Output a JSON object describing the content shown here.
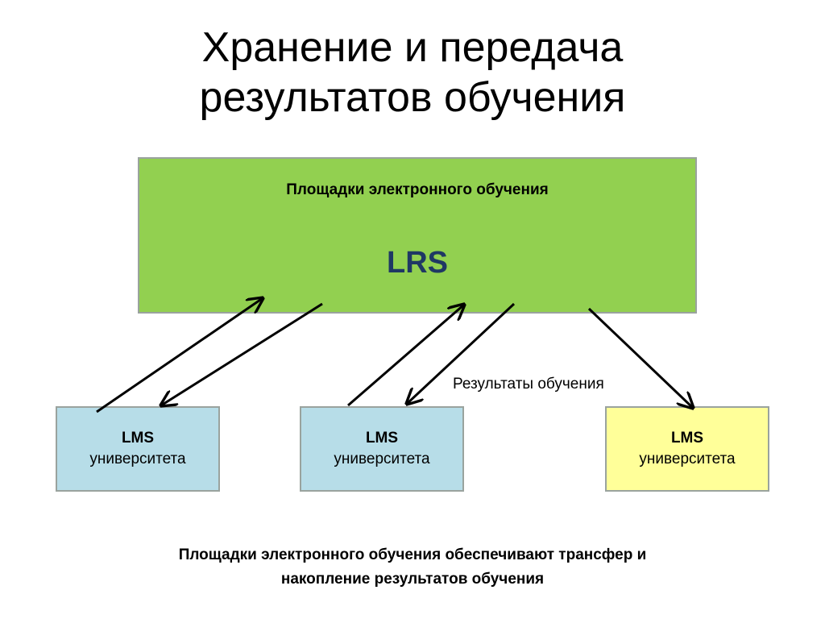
{
  "title": {
    "line1": "Хранение и передача",
    "line2": "результатов обучения"
  },
  "lrs_box": {
    "subtitle": "Площадки электронного обучения",
    "label": "LRS"
  },
  "lms_boxes": [
    {
      "name": "LMS",
      "subtitle": "университета",
      "color": "#b7dde8"
    },
    {
      "name": "LMS",
      "subtitle": "университета",
      "color": "#b7dde8"
    },
    {
      "name": "LMS",
      "subtitle": "университета",
      "color": "#ffff99"
    }
  ],
  "arrow_label": "Результаты обучения",
  "footer": {
    "line1": "Площадки электронного обучения обеспечивают трансфер и",
    "line2": "накопление результатов обучения"
  },
  "colors": {
    "lrs_fill": "#92d050",
    "lrs_text": "#1f3864",
    "lms_blue": "#b7dde8",
    "lms_yellow": "#ffff99"
  }
}
